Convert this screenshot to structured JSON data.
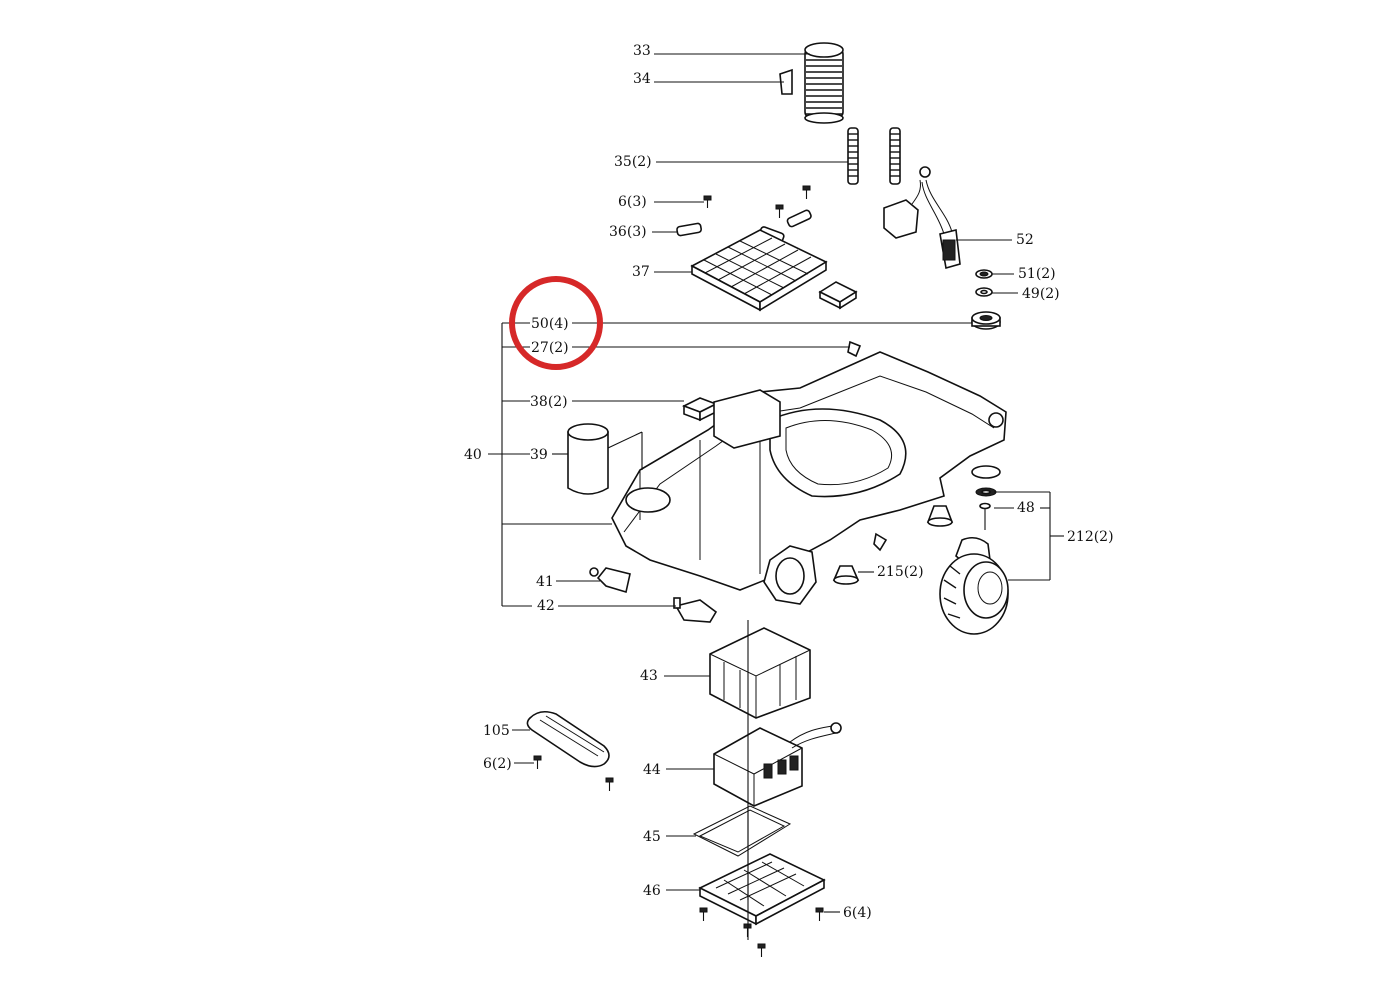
{
  "diagram": {
    "highlight_color": "#d62828",
    "line_color": "#111111",
    "labels": {
      "l33": "33",
      "l34": "34",
      "l35": "35(2)",
      "l6a": "6(3)",
      "l36": "36(3)",
      "l37": "37",
      "l52": "52",
      "l51": "51(2)",
      "l49": "49(2)",
      "l50": "50(4)",
      "l27": "27(2)",
      "l38": "38(2)",
      "l40": "40",
      "l39": "39",
      "l48": "48",
      "l212": "212(2)",
      "l215": "215(2)",
      "l41": "41",
      "l42": "42",
      "l43": "43",
      "l105": "105",
      "l6b": "6(2)",
      "l44": "44",
      "l45": "45",
      "l46": "46",
      "l6c": "6(4)"
    }
  }
}
